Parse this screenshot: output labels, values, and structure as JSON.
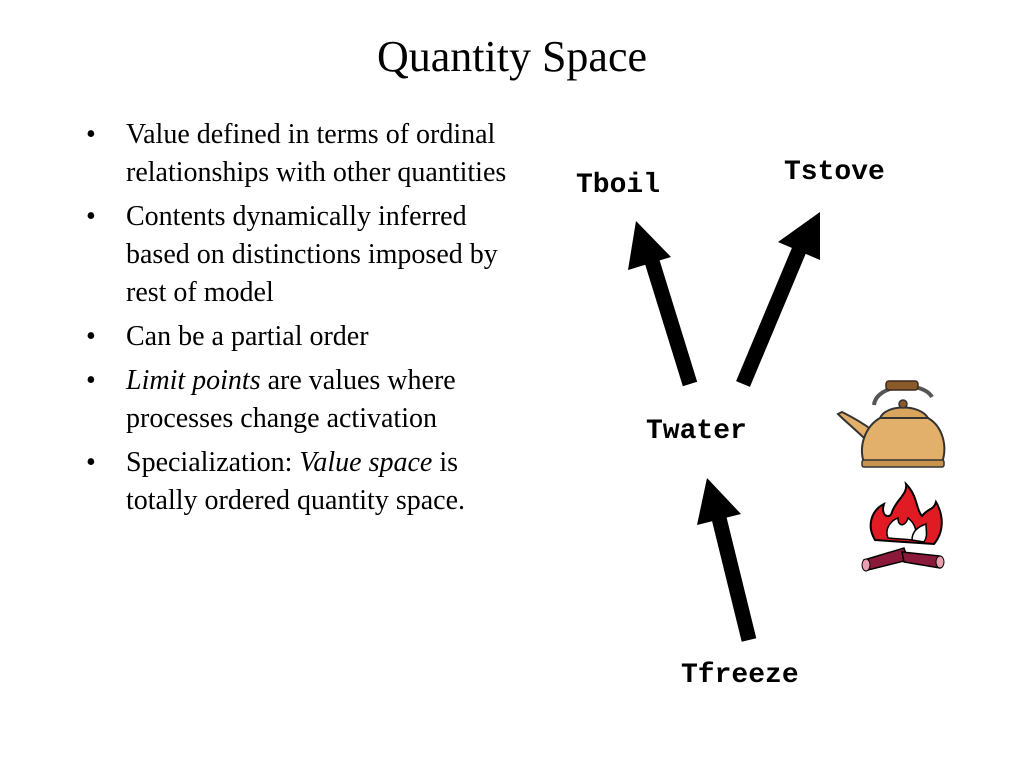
{
  "slide": {
    "title": "Quantity Space",
    "bullets": [
      {
        "bullet": "•",
        "plain": "Value defined in terms of ordinal relationships with other quantities"
      },
      {
        "bullet": "•",
        "plain": "Contents dynamically inferred based on distinctions imposed by rest of model"
      },
      {
        "bullet": "•",
        "plain": "Can be a partial order"
      },
      {
        "bullet": "•",
        "italic": "Limit points",
        "rest": " are values where processes change activation"
      },
      {
        "bullet": "•",
        "lead": "Specialization: ",
        "italic": "Value space",
        "rest": " is totally ordered quantity space."
      }
    ]
  },
  "diagram": {
    "nodes": {
      "tboil": "Tboil",
      "tstove": "Tstove",
      "twater": "Twater",
      "tfreeze": "Tfreeze"
    },
    "edges": [
      {
        "from": "Twater",
        "to": "Tboil"
      },
      {
        "from": "Twater",
        "to": "Tstove"
      },
      {
        "from": "Tfreeze",
        "to": "Twater"
      }
    ],
    "arrow_color": "#000000",
    "images": [
      "kettle-icon",
      "fire-icon"
    ],
    "colors": {
      "kettle": "#E2B06A",
      "flame": "#E01B24",
      "log": "#8B1A3A"
    }
  }
}
